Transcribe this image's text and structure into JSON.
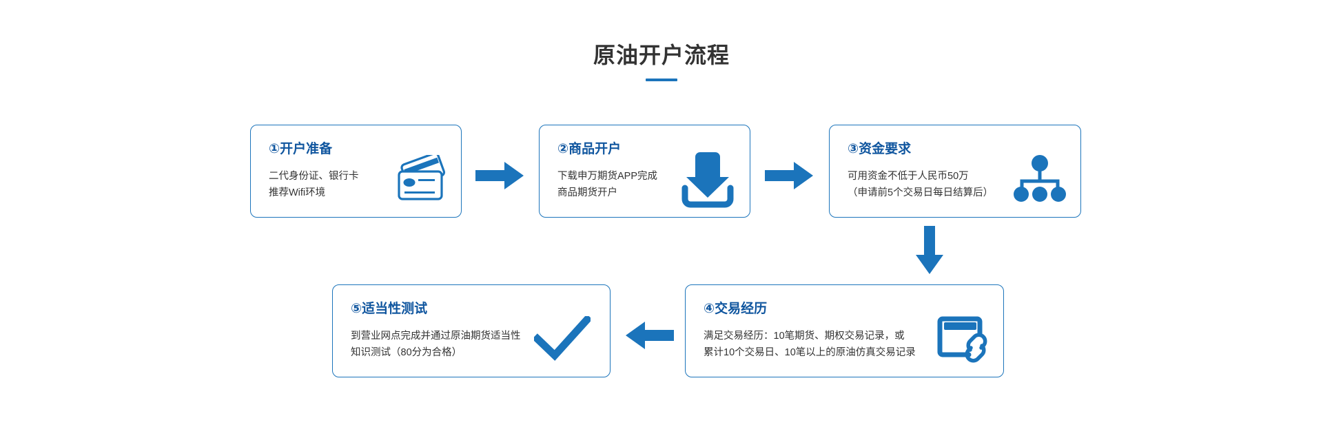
{
  "page": {
    "title": "原油开户流程",
    "accent_color": "#1b74bb",
    "heading_color": "#10569f",
    "body_text_color": "#333333",
    "title_color": "#333333",
    "background_color": "#ffffff"
  },
  "steps": [
    {
      "id": "step-1",
      "head": "①开户准备",
      "lines": [
        "二代身份证、银行卡",
        "推荐Wifi环境"
      ],
      "icon": "credit-cards-icon"
    },
    {
      "id": "step-2",
      "head": "②商品开户",
      "lines": [
        "下载申万期货APP完成",
        "商品期货开户"
      ],
      "icon": "download-icon"
    },
    {
      "id": "step-3",
      "head": "③资金要求",
      "lines": [
        "可用资金不低于人民币50万",
        "（申请前5个交易日每日结算后）"
      ],
      "icon": "hierarchy-tree-icon"
    },
    {
      "id": "step-4",
      "head": "④交易经历",
      "lines": [
        "满足交易经历：10笔期货、期权交易记录，或",
        "累计10个交易日、10笔以上的原油仿真交易记录"
      ],
      "icon": "card-link-icon"
    },
    {
      "id": "step-5",
      "head": "⑤适当性测试",
      "lines": [
        "到营业网点完成并通过原油期货适当性",
        "知识测试（80分为合格）"
      ],
      "icon": "checkmark-icon"
    }
  ],
  "connectors": [
    {
      "id": "arrow-1-2",
      "direction": "right",
      "from": "step-1",
      "to": "step-2"
    },
    {
      "id": "arrow-2-3",
      "direction": "right",
      "from": "step-2",
      "to": "step-3"
    },
    {
      "id": "arrow-3-4",
      "direction": "down",
      "from": "step-3",
      "to": "step-4"
    },
    {
      "id": "arrow-4-5",
      "direction": "left",
      "from": "step-4",
      "to": "step-5"
    }
  ]
}
